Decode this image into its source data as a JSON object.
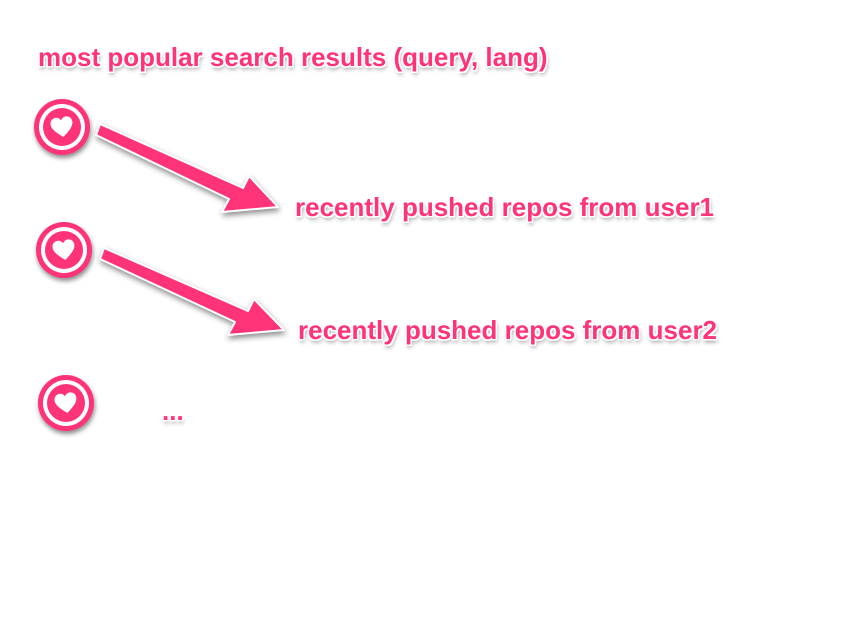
{
  "colors": {
    "accent": "#ff3377",
    "background": "#ffffff"
  },
  "title": "most popular search results (query, lang)",
  "items": [
    {
      "icon": "heart-icon",
      "label": "recently pushed repos from user1"
    },
    {
      "icon": "heart-icon",
      "label": "recently pushed repos from user2"
    },
    {
      "icon": "heart-icon",
      "label": "..."
    }
  ]
}
